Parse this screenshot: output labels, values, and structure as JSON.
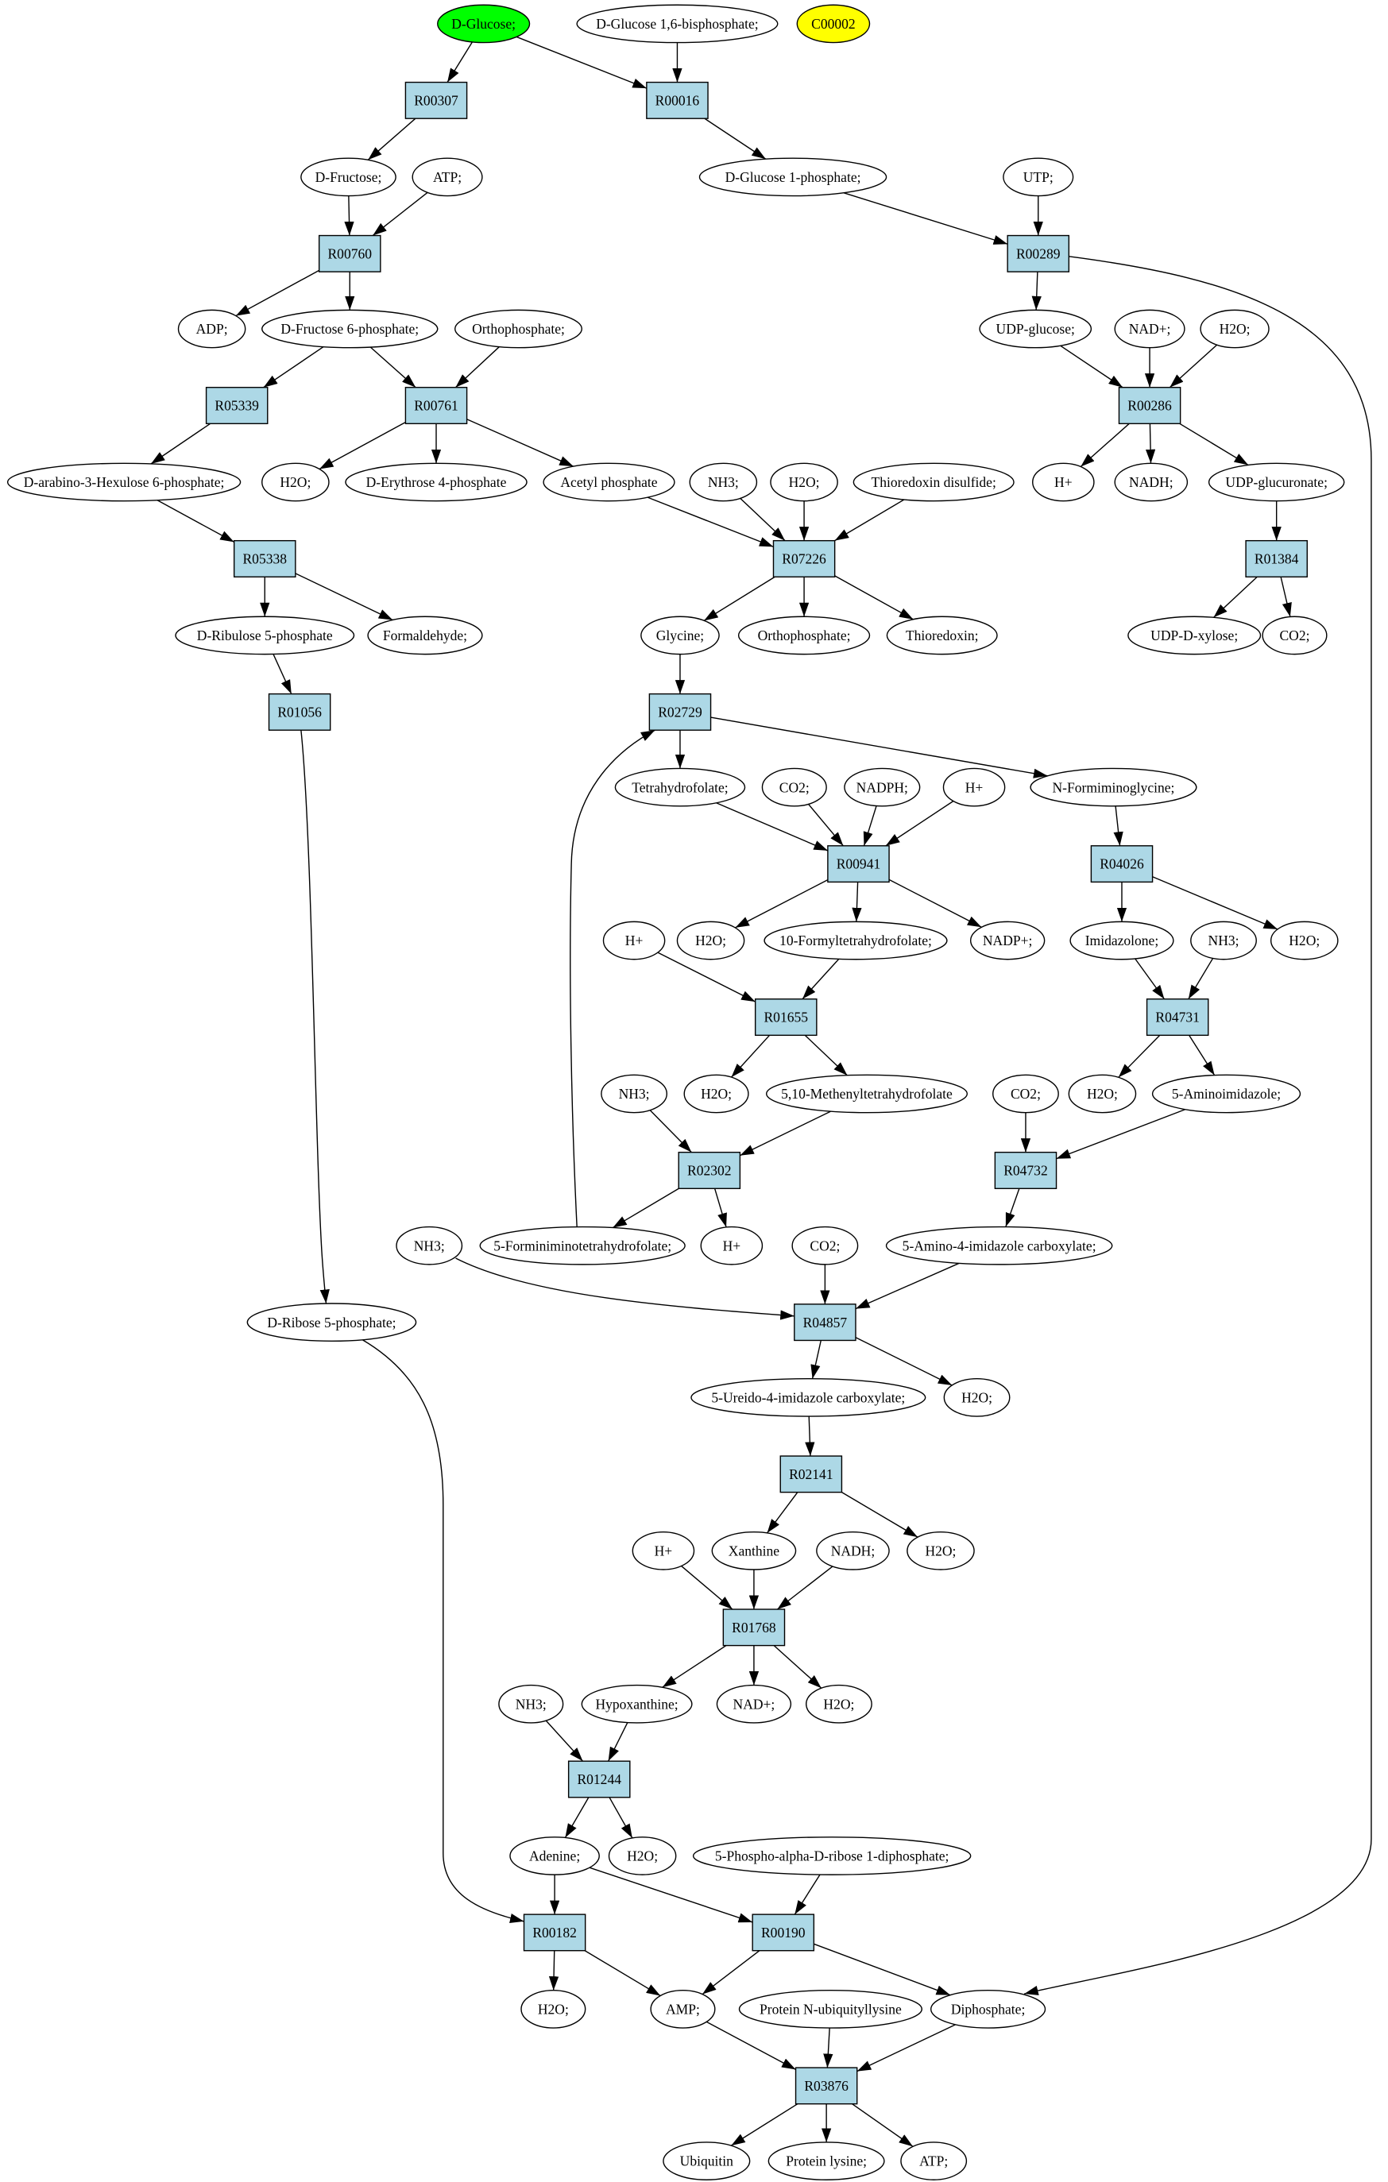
{
  "diagram": {
    "colors": {
      "background": "#ffffff",
      "stroke": "#000000",
      "reaction_fill": "#add8e6",
      "compound_fill": "#ffffff"
    },
    "nodes": [
      {
        "label": "D-Glucose;",
        "shape": "ellipse",
        "fill": "#00ff00"
      },
      {
        "label": "D-Glucose 1,6-bisphosphate;",
        "shape": "ellipse"
      },
      {
        "label": "C00002",
        "shape": "ellipse",
        "fill": "#ffff00"
      },
      {
        "label": "R00307",
        "shape": "box"
      },
      {
        "label": "R00016",
        "shape": "box"
      },
      {
        "label": "D-Fructose;",
        "shape": "ellipse"
      },
      {
        "label": "ATP;",
        "shape": "ellipse"
      },
      {
        "label": "D-Glucose 1-phosphate;",
        "shape": "ellipse"
      },
      {
        "label": "UTP;",
        "shape": "ellipse"
      },
      {
        "label": "R00760",
        "shape": "box"
      },
      {
        "label": "R00289",
        "shape": "box"
      },
      {
        "label": "ADP;",
        "shape": "ellipse"
      },
      {
        "label": "D-Fructose 6-phosphate;",
        "shape": "ellipse"
      },
      {
        "label": "Orthophosphate;",
        "shape": "ellipse"
      },
      {
        "label": "UDP-glucose;",
        "shape": "ellipse"
      },
      {
        "label": "NAD+;",
        "shape": "ellipse"
      },
      {
        "label": "H2O;",
        "shape": "ellipse"
      },
      {
        "label": "R05339",
        "shape": "box"
      },
      {
        "label": "R00761",
        "shape": "box"
      },
      {
        "label": "R00286",
        "shape": "box"
      },
      {
        "label": "D-arabino-3-Hexulose 6-phosphate;",
        "shape": "ellipse"
      },
      {
        "label": "H2O;",
        "shape": "ellipse"
      },
      {
        "label": "D-Erythrose 4-phosphate",
        "shape": "ellipse"
      },
      {
        "label": "Acetyl phosphate",
        "shape": "ellipse"
      },
      {
        "label": "NH3;",
        "shape": "ellipse"
      },
      {
        "label": "H2O;",
        "shape": "ellipse"
      },
      {
        "label": "Thioredoxin disulfide;",
        "shape": "ellipse"
      },
      {
        "label": "H+",
        "shape": "ellipse"
      },
      {
        "label": "NADH;",
        "shape": "ellipse"
      },
      {
        "label": "UDP-glucuronate;",
        "shape": "ellipse"
      },
      {
        "label": "R05338",
        "shape": "box"
      },
      {
        "label": "R07226",
        "shape": "box"
      },
      {
        "label": "R01384",
        "shape": "box"
      },
      {
        "label": "D-Ribulose 5-phosphate",
        "shape": "ellipse"
      },
      {
        "label": "Formaldehyde;",
        "shape": "ellipse"
      },
      {
        "label": "Glycine;",
        "shape": "ellipse"
      },
      {
        "label": "Orthophosphate;",
        "shape": "ellipse"
      },
      {
        "label": "Thioredoxin;",
        "shape": "ellipse"
      },
      {
        "label": "UDP-D-xylose;",
        "shape": "ellipse"
      },
      {
        "label": "CO2;",
        "shape": "ellipse"
      },
      {
        "label": "R01056",
        "shape": "box"
      },
      {
        "label": "R02729",
        "shape": "box"
      },
      {
        "label": "Tetrahydrofolate;",
        "shape": "ellipse"
      },
      {
        "label": "CO2;",
        "shape": "ellipse"
      },
      {
        "label": "NADPH;",
        "shape": "ellipse"
      },
      {
        "label": "H+",
        "shape": "ellipse"
      },
      {
        "label": "N-Formiminoglycine;",
        "shape": "ellipse"
      },
      {
        "label": "R00941",
        "shape": "box"
      },
      {
        "label": "R04026",
        "shape": "box"
      },
      {
        "label": "H+",
        "shape": "ellipse"
      },
      {
        "label": "H2O;",
        "shape": "ellipse"
      },
      {
        "label": "10-Formyltetrahydrofolate;",
        "shape": "ellipse"
      },
      {
        "label": "NADP+;",
        "shape": "ellipse"
      },
      {
        "label": "Imidazolone;",
        "shape": "ellipse"
      },
      {
        "label": "NH3;",
        "shape": "ellipse"
      },
      {
        "label": "H2O;",
        "shape": "ellipse"
      },
      {
        "label": "R01655",
        "shape": "box"
      },
      {
        "label": "R04731",
        "shape": "box"
      },
      {
        "label": "NH3;",
        "shape": "ellipse"
      },
      {
        "label": "H2O;",
        "shape": "ellipse"
      },
      {
        "label": "5,10-Methenyltetrahydrofolate",
        "shape": "ellipse"
      },
      {
        "label": "CO2;",
        "shape": "ellipse"
      },
      {
        "label": "H2O;",
        "shape": "ellipse"
      },
      {
        "label": "5-Aminoimidazole;",
        "shape": "ellipse"
      },
      {
        "label": "R02302",
        "shape": "box"
      },
      {
        "label": "R04732",
        "shape": "box"
      },
      {
        "label": "NH3;",
        "shape": "ellipse"
      },
      {
        "label": "5-Forminiminotetrahydrofolate;",
        "shape": "ellipse"
      },
      {
        "label": "H+",
        "shape": "ellipse"
      },
      {
        "label": "CO2;",
        "shape": "ellipse"
      },
      {
        "label": "5-Amino-4-imidazole carboxylate;",
        "shape": "ellipse"
      },
      {
        "label": "D-Ribose 5-phosphate;",
        "shape": "ellipse"
      },
      {
        "label": "R04857",
        "shape": "box"
      },
      {
        "label": "5-Ureido-4-imidazole carboxylate;",
        "shape": "ellipse"
      },
      {
        "label": "H2O;",
        "shape": "ellipse"
      },
      {
        "label": "R02141",
        "shape": "box"
      },
      {
        "label": "H+",
        "shape": "ellipse"
      },
      {
        "label": "Xanthine",
        "shape": "ellipse"
      },
      {
        "label": "NADH;",
        "shape": "ellipse"
      },
      {
        "label": "H2O;",
        "shape": "ellipse"
      },
      {
        "label": "R01768",
        "shape": "box"
      },
      {
        "label": "NH3;",
        "shape": "ellipse"
      },
      {
        "label": "Hypoxanthine;",
        "shape": "ellipse"
      },
      {
        "label": "NAD+;",
        "shape": "ellipse"
      },
      {
        "label": "H2O;",
        "shape": "ellipse"
      },
      {
        "label": "R01244",
        "shape": "box"
      },
      {
        "label": "Adenine;",
        "shape": "ellipse"
      },
      {
        "label": "H2O;",
        "shape": "ellipse"
      },
      {
        "label": "5-Phospho-alpha-D-ribose 1-diphosphate;",
        "shape": "ellipse"
      },
      {
        "label": "R00182",
        "shape": "box"
      },
      {
        "label": "R00190",
        "shape": "box"
      },
      {
        "label": "H2O;",
        "shape": "ellipse"
      },
      {
        "label": "AMP;",
        "shape": "ellipse"
      },
      {
        "label": "Protein N-ubiquityllysine",
        "shape": "ellipse"
      },
      {
        "label": "Diphosphate;",
        "shape": "ellipse"
      },
      {
        "label": "R03876",
        "shape": "box"
      },
      {
        "label": "Ubiquitin",
        "shape": "ellipse"
      },
      {
        "label": "Protein lysine;",
        "shape": "ellipse"
      },
      {
        "label": "ATP;",
        "shape": "ellipse"
      }
    ],
    "edges": [
      [
        0,
        3
      ],
      [
        0,
        4
      ],
      [
        1,
        4
      ],
      [
        3,
        5
      ],
      [
        4,
        7
      ],
      [
        5,
        9
      ],
      [
        6,
        9
      ],
      [
        7,
        10
      ],
      [
        8,
        10
      ],
      [
        9,
        11
      ],
      [
        9,
        12
      ],
      [
        10,
        14
      ],
      [
        10,
        94
      ],
      [
        12,
        17
      ],
      [
        12,
        18
      ],
      [
        13,
        18
      ],
      [
        14,
        19
      ],
      [
        15,
        19
      ],
      [
        16,
        19
      ],
      [
        17,
        20
      ],
      [
        18,
        21
      ],
      [
        18,
        22
      ],
      [
        18,
        23
      ],
      [
        19,
        27
      ],
      [
        19,
        28
      ],
      [
        19,
        29
      ],
      [
        20,
        30
      ],
      [
        23,
        31
      ],
      [
        24,
        31
      ],
      [
        25,
        31
      ],
      [
        26,
        31
      ],
      [
        29,
        32
      ],
      [
        30,
        33
      ],
      [
        30,
        34
      ],
      [
        31,
        35
      ],
      [
        31,
        36
      ],
      [
        31,
        37
      ],
      [
        32,
        38
      ],
      [
        32,
        39
      ],
      [
        33,
        40
      ],
      [
        35,
        41
      ],
      [
        40,
        71
      ],
      [
        41,
        42
      ],
      [
        41,
        46
      ],
      [
        42,
        47
      ],
      [
        43,
        47
      ],
      [
        44,
        47
      ],
      [
        45,
        47
      ],
      [
        46,
        48
      ],
      [
        47,
        50
      ],
      [
        47,
        51
      ],
      [
        47,
        52
      ],
      [
        48,
        53
      ],
      [
        48,
        55
      ],
      [
        49,
        56
      ],
      [
        51,
        56
      ],
      [
        53,
        57
      ],
      [
        54,
        57
      ],
      [
        56,
        59
      ],
      [
        56,
        60
      ],
      [
        57,
        62
      ],
      [
        57,
        63
      ],
      [
        58,
        64
      ],
      [
        60,
        64
      ],
      [
        61,
        65
      ],
      [
        63,
        65
      ],
      [
        64,
        67
      ],
      [
        64,
        68
      ],
      [
        67,
        41
      ],
      [
        65,
        70
      ],
      [
        66,
        72
      ],
      [
        69,
        72
      ],
      [
        70,
        72
      ],
      [
        72,
        73
      ],
      [
        72,
        74
      ],
      [
        73,
        75
      ],
      [
        75,
        77
      ],
      [
        75,
        79
      ],
      [
        76,
        80
      ],
      [
        77,
        80
      ],
      [
        78,
        80
      ],
      [
        80,
        82
      ],
      [
        80,
        83
      ],
      [
        80,
        84
      ],
      [
        81,
        85
      ],
      [
        82,
        85
      ],
      [
        85,
        86
      ],
      [
        85,
        87
      ],
      [
        71,
        89
      ],
      [
        86,
        89
      ],
      [
        86,
        90
      ],
      [
        88,
        90
      ],
      [
        89,
        91
      ],
      [
        89,
        92
      ],
      [
        90,
        92
      ],
      [
        90,
        94
      ],
      [
        92,
        95
      ],
      [
        93,
        95
      ],
      [
        94,
        95
      ],
      [
        95,
        96
      ],
      [
        95,
        97
      ],
      [
        95,
        98
      ]
    ]
  }
}
